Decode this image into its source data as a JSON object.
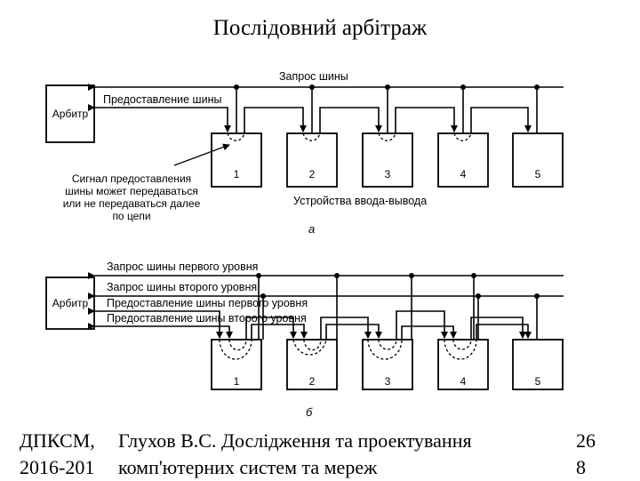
{
  "slide": {
    "title": "Послідовний арбітраж"
  },
  "diagram_a": {
    "bus_request_label": "Запрос шины",
    "bus_grant_label": "Предоставление шины",
    "arbiter_label": "Арбитр",
    "note_lines": [
      "Сигнал предоставления",
      "шины может передаваться",
      "или не передаваться далее",
      "по цепи"
    ],
    "devices": [
      "1",
      "2",
      "3",
      "4",
      "5"
    ],
    "devices_caption": "Устройства ввода-вывода",
    "letter": "а"
  },
  "diagram_b": {
    "arbiter_label": "Арбитр",
    "line_labels": [
      "Запрос шины первого уровня",
      "Запрос шины второго уровня",
      "Предоставление шины первого уровня",
      "Предоставление шины второго уровня"
    ],
    "devices": [
      "1",
      "2",
      "3",
      "4",
      "5"
    ],
    "letter": "б"
  },
  "footer": {
    "col1_line1": "ДПКСМ,",
    "col1_line2": "2016-201",
    "col2_line1": "Глухов В.С. Дослідження та проектування",
    "col2_line2": "комп'ютерних систем та мереж",
    "col3_line1": "26",
    "col3_line2": "8"
  }
}
